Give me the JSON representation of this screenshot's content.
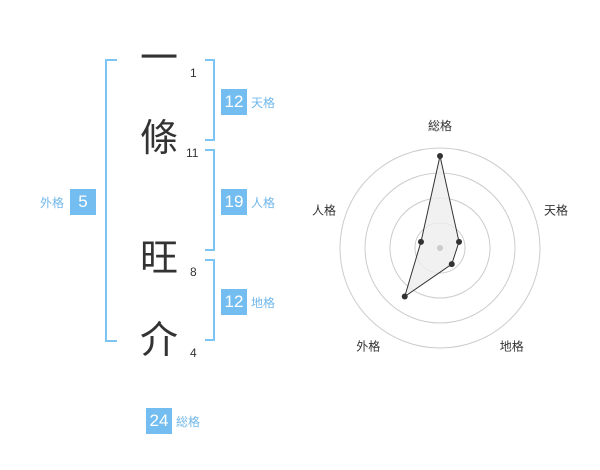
{
  "name": {
    "chars": [
      {
        "char": "一",
        "strokes": "1"
      },
      {
        "char": "條",
        "strokes": "11"
      },
      {
        "char": "旺",
        "strokes": "8"
      },
      {
        "char": "介",
        "strokes": "4"
      }
    ]
  },
  "fortune": {
    "ten": {
      "value": "12",
      "label": "天格"
    },
    "jin": {
      "value": "19",
      "label": "人格"
    },
    "chi": {
      "value": "12",
      "label": "地格"
    },
    "gai": {
      "value": "5",
      "label": "外格"
    },
    "sou": {
      "value": "24",
      "label": "総格"
    }
  },
  "chart_data": {
    "type": "radar",
    "axes": [
      "総格",
      "天格",
      "地格",
      "外格",
      "人格"
    ],
    "values": [
      4.6,
      1.0,
      1.0,
      3.0,
      1.0
    ],
    "max": 5,
    "rings": 4,
    "colors": {
      "ring": "#cccccc",
      "fill": "#eeeeee",
      "line": "#333333",
      "center": "#cccccc"
    }
  }
}
